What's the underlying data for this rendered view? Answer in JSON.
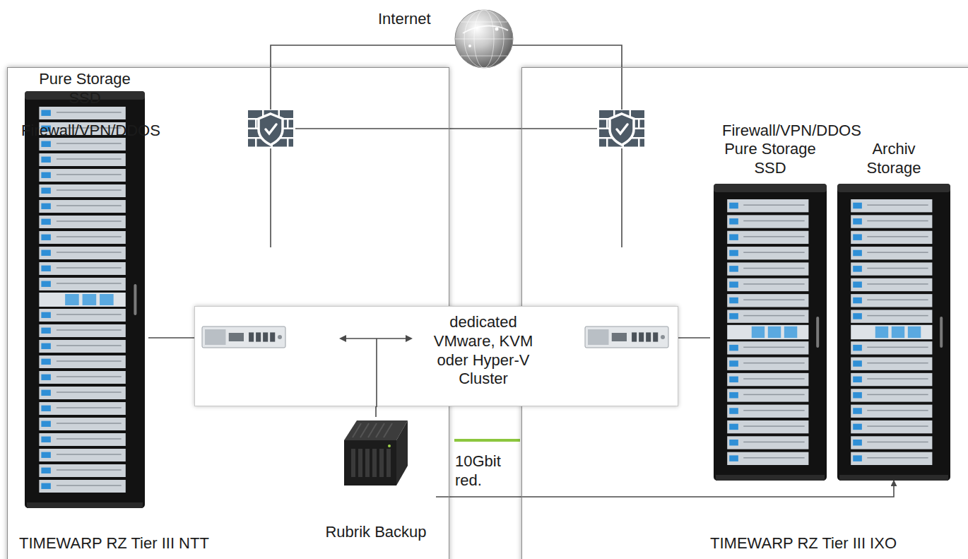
{
  "diagram": {
    "nodes": [
      {
        "text": [
          "TIMEWARP RZ Tier III NTT"
        ]
      },
      {
        "text": [
          "TIMEWARP RZ Tier III IXO"
        ]
      },
      {
        "text": [
          "Pure Storage SSD"
        ],
        "in": 0
      },
      {
        "text": [
          "Pure Storage SSD"
        ],
        "in": 1
      },
      {
        "text": [
          "Archiv Storage"
        ],
        "in": 1
      },
      {
        "text": [
          "dedicated VMware, KVM oder Hyper-V Cluster"
        ]
      },
      {
        "text": [
          "Rubrik Backup"
        ],
        "in": 0
      }
    ],
    "edges": [
      {
        "from": 2,
        "to": 5,
        "arrow": "none"
      },
      {
        "from": 3,
        "to": 5,
        "arrow": "none"
      },
      {
        "from": 6,
        "to": 5,
        "arrow": "none"
      },
      {
        "from": 6,
        "to": 4,
        "arrow": "to"
      }
    ],
    "labels": [
      "Internet",
      "Firewall/VPN/DDOS",
      "Firewall/VPN/DDOS",
      "10Gbit red."
    ]
  }
}
